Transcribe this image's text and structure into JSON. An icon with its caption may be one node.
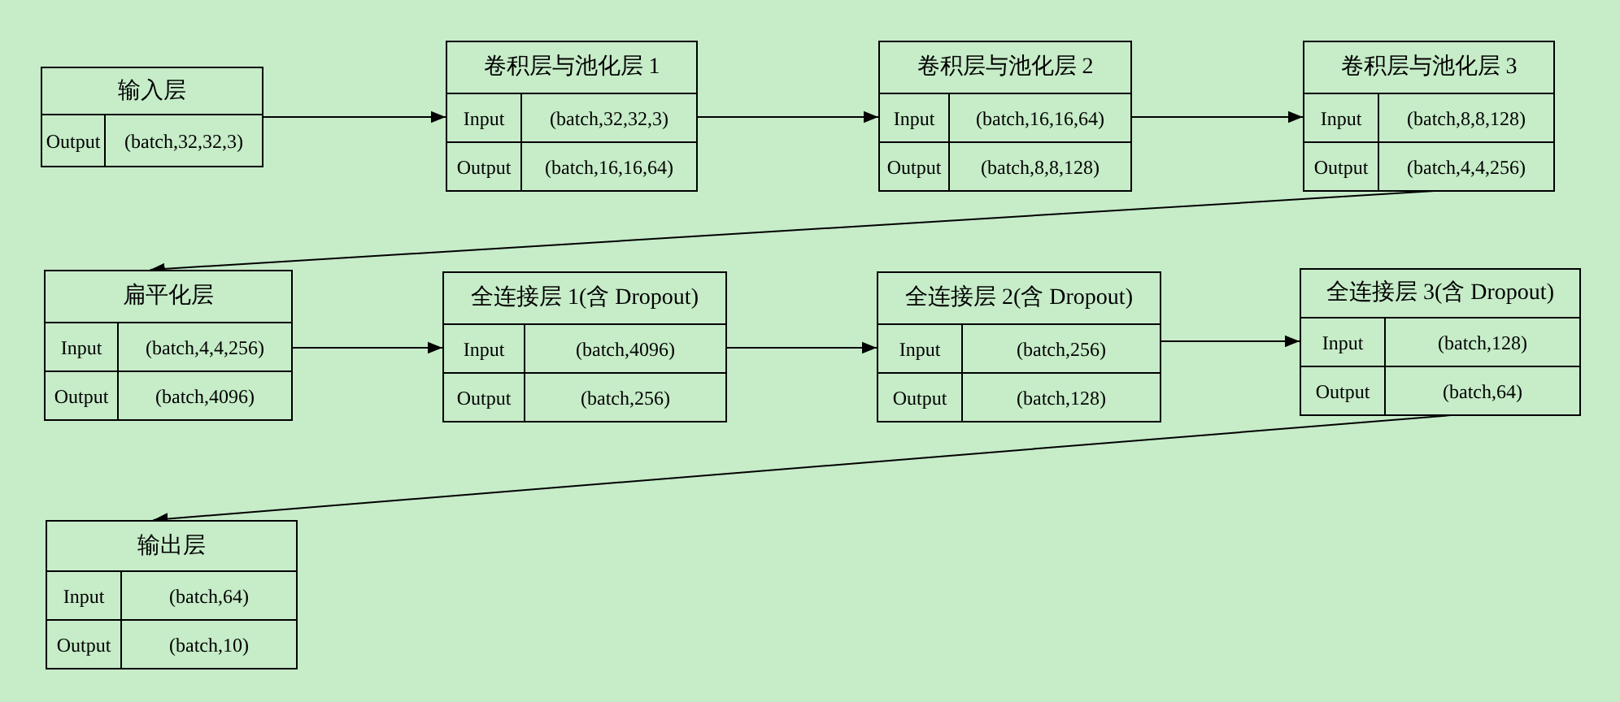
{
  "diagram": {
    "nodes": [
      {
        "text": [
          "输入层",
          "Output",
          "(batch,32,32,3)"
        ]
      },
      {
        "text": [
          "卷积层与池化层 1",
          "Input",
          "(batch,32,32,3)",
          "Output",
          "(batch,16,16,64)"
        ]
      },
      {
        "text": [
          "卷积层与池化层 2",
          "Input",
          "(batch,16,16,64)",
          "Output",
          "(batch,8,8,128)"
        ]
      },
      {
        "text": [
          "卷积层与池化层 3",
          "Input",
          "(batch,8,8,128)",
          "Output",
          "(batch,4,4,256)"
        ]
      },
      {
        "text": [
          "扁平化层",
          "Input",
          "(batch,4,4,256)",
          "Output",
          "(batch,4096)"
        ]
      },
      {
        "text": [
          "全连接层 1(含 Dropout)",
          "Input",
          "(batch,4096)",
          "Output",
          "(batch,256)"
        ]
      },
      {
        "text": [
          "全连接层 2(含 Dropout)",
          "Input",
          "(batch,256)",
          "Output",
          "(batch,128)"
        ]
      },
      {
        "text": [
          "全连接层 3(含 Dropout)",
          "Input",
          "(batch,128)",
          "Output",
          "(batch,64)"
        ]
      },
      {
        "text": [
          "输出层",
          "Input",
          "(batch,64)",
          "Output",
          "(batch,10)"
        ]
      }
    ],
    "edges": [
      {
        "from": 0,
        "to": 1,
        "arrow": "to"
      },
      {
        "from": 1,
        "to": 2,
        "arrow": "to"
      },
      {
        "from": 2,
        "to": 3,
        "arrow": "to"
      },
      {
        "from": 3,
        "to": 4,
        "arrow": "to"
      },
      {
        "from": 4,
        "to": 5,
        "arrow": "to"
      },
      {
        "from": 5,
        "to": 6,
        "arrow": "to"
      },
      {
        "from": 6,
        "to": 7,
        "arrow": "to"
      },
      {
        "from": 7,
        "to": 8,
        "arrow": "to"
      }
    ]
  }
}
